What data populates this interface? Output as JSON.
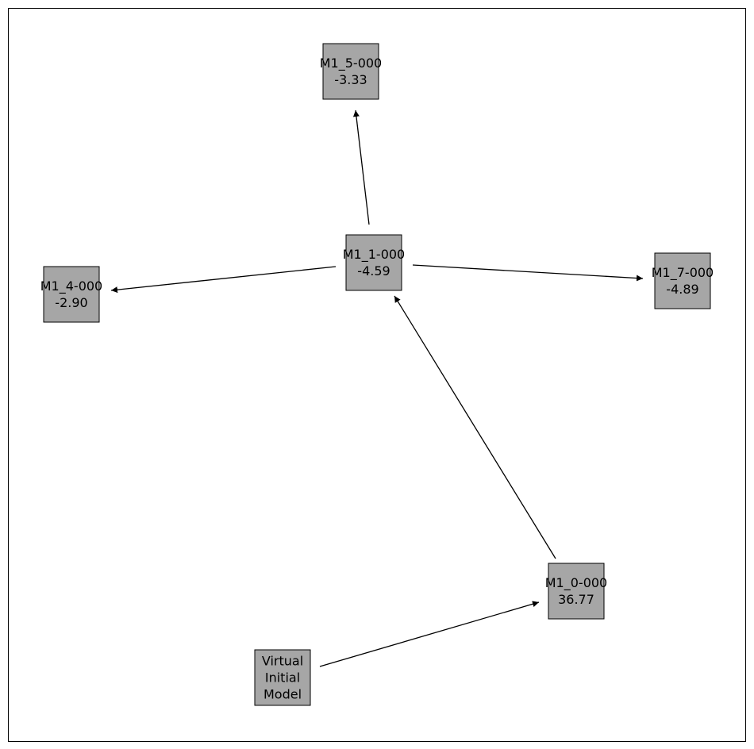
{
  "diagram": {
    "nodes": [
      {
        "id": "virtual",
        "lines": [
          "Virtual",
          "Initial",
          "Model"
        ]
      },
      {
        "id": "m1_0",
        "lines": [
          "M1_0-000",
          "36.77"
        ]
      },
      {
        "id": "m1_1",
        "lines": [
          "M1_1-000",
          "-4.59"
        ]
      },
      {
        "id": "m1_4",
        "lines": [
          "M1_4-000",
          "-2.90"
        ]
      },
      {
        "id": "m1_5",
        "lines": [
          "M1_5-000",
          "-3.33"
        ]
      },
      {
        "id": "m1_7",
        "lines": [
          "M1_7-000",
          "-4.89"
        ]
      }
    ],
    "edges": [
      {
        "from": "virtual",
        "to": "m1_0"
      },
      {
        "from": "m1_0",
        "to": "m1_1"
      },
      {
        "from": "m1_1",
        "to": "m1_5"
      },
      {
        "from": "m1_1",
        "to": "m1_4"
      },
      {
        "from": "m1_1",
        "to": "m1_7"
      }
    ],
    "colors": {
      "node_fill": "#a6a6a6",
      "node_stroke": "#000000",
      "edge": "#000000",
      "frame": "#000000"
    }
  }
}
